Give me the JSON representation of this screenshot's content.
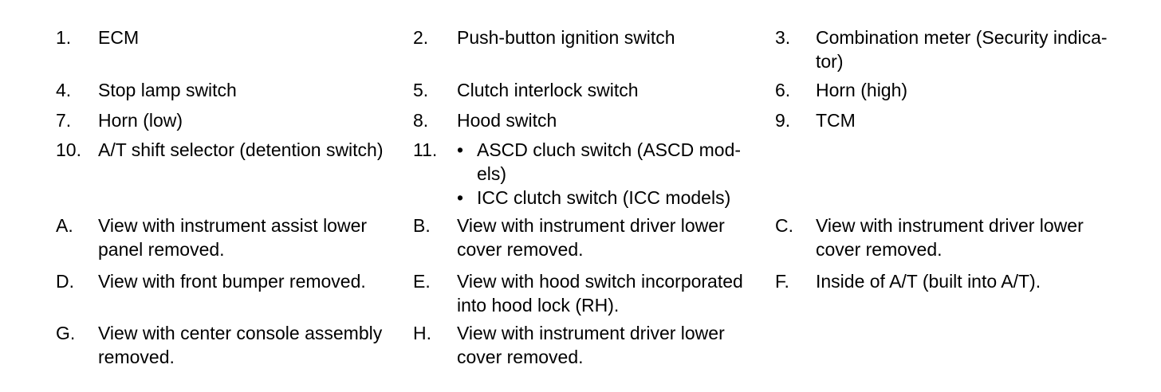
{
  "page": {
    "background": "#ffffff",
    "text_color": "#000000"
  },
  "legend": {
    "bullet_char": "•",
    "rows": [
      {
        "cells": [
          {
            "key": "1.",
            "lines": [
              "ECM"
            ]
          },
          {
            "key": "2.",
            "lines": [
              "Push-button ignition switch"
            ]
          },
          {
            "key": "3.",
            "lines": [
              "Combination meter (Security indica-",
              "tor)"
            ]
          }
        ]
      },
      {
        "cells": [
          {
            "key": "4.",
            "lines": [
              "Stop lamp switch"
            ]
          },
          {
            "key": "5.",
            "lines": [
              "Clutch interlock switch"
            ]
          },
          {
            "key": "6.",
            "lines": [
              "Horn (high)"
            ]
          }
        ]
      },
      {
        "cells": [
          {
            "key": "7.",
            "lines": [
              "Horn (low)"
            ]
          },
          {
            "key": "8.",
            "lines": [
              "Hood switch"
            ]
          },
          {
            "key": "9.",
            "lines": [
              "TCM"
            ]
          }
        ]
      },
      {
        "cells": [
          {
            "key": "10.",
            "lines": [
              "A/T shift selector (detention switch)"
            ]
          },
          {
            "key": "11.",
            "bullets": [
              {
                "lines": [
                  "ASCD cluch switch (ASCD mod-",
                  "els)"
                ]
              },
              {
                "lines": [
                  "ICC clutch switch (ICC models)"
                ]
              }
            ]
          }
        ]
      },
      {
        "cells": [
          {
            "key": "A.",
            "lines": [
              "View with instrument assist lower",
              "panel removed."
            ]
          },
          {
            "key": "B.",
            "lines": [
              "View with instrument driver lower",
              "cover removed."
            ]
          },
          {
            "key": "C.",
            "lines": [
              "View with instrument driver lower",
              "cover removed."
            ]
          }
        ]
      },
      {
        "cells": [
          {
            "key": "D.",
            "lines": [
              "View with front bumper removed."
            ]
          },
          {
            "key": "E.",
            "lines": [
              "View with hood switch incorporated",
              "into hood lock (RH)."
            ]
          },
          {
            "key": "F.",
            "lines": [
              "Inside of A/T (built into A/T)."
            ]
          }
        ]
      },
      {
        "cells": [
          {
            "key": "G.",
            "lines": [
              "View with center console assembly",
              "removed."
            ]
          },
          {
            "key": "H.",
            "lines": [
              "View with instrument driver lower",
              "cover removed."
            ]
          }
        ]
      }
    ]
  }
}
